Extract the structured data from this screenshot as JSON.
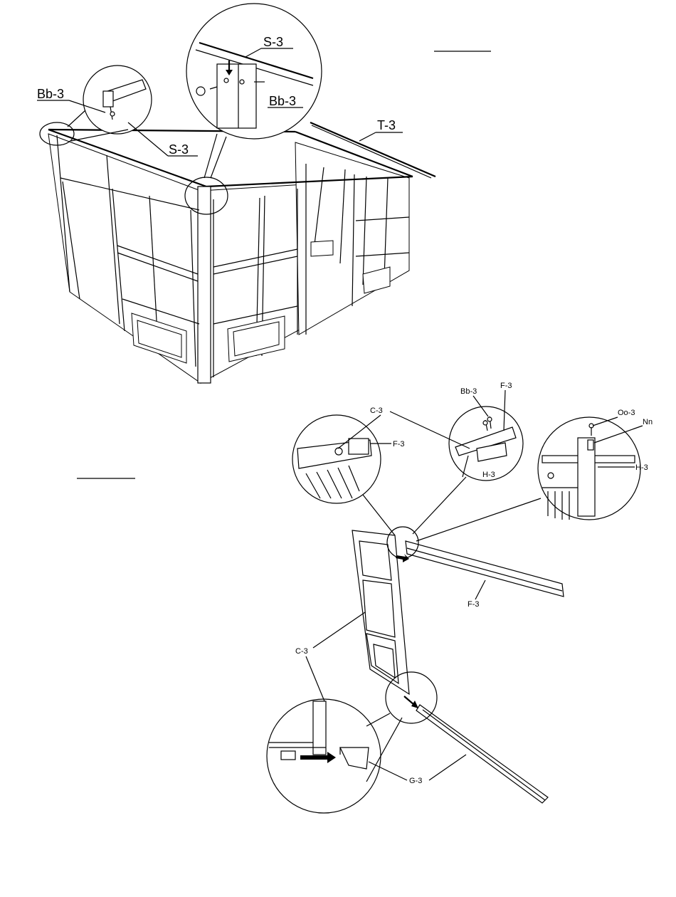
{
  "top_labels": {
    "bb3_left": "Bb-3",
    "s3_top": "S-3",
    "bb3_right": "Bb-3",
    "s3_bottom": "S-3",
    "t3": "T-3"
  },
  "bottom_labels": {
    "bb3": "Bb-3",
    "f3_top": "F-3",
    "c3_top": "C-3",
    "f3_mid": "F-3",
    "h3_mid": "H-3",
    "oo3": "Oo-3",
    "nn": "Nn",
    "h3_right": "H-3",
    "f3_bottom": "F-3",
    "c3_bottom": "C-3",
    "g3": "G-3"
  }
}
